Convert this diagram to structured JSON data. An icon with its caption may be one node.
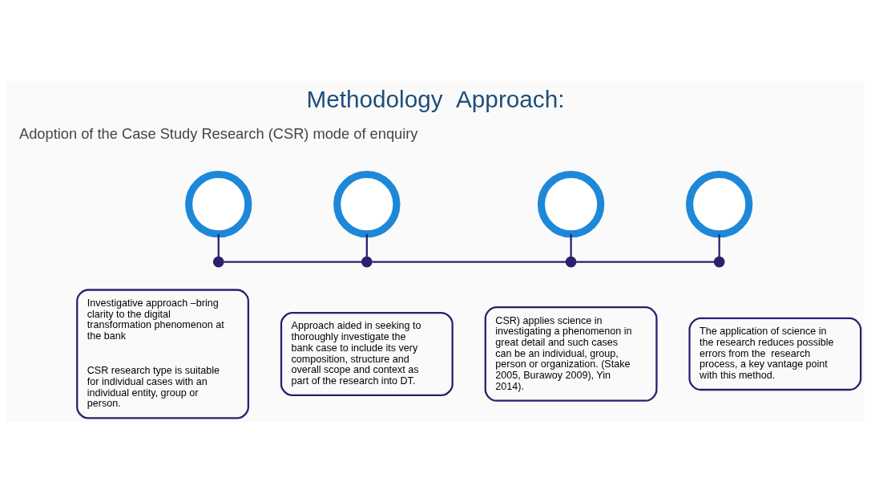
{
  "diagram": {
    "title": "Methodology  Approach:",
    "nodes": [
      {
        "text": [],
        "shape": "circle"
      },
      {
        "text": [],
        "shape": "circle"
      },
      {
        "text": [],
        "shape": "circle"
      },
      {
        "text": [],
        "shape": "circle"
      },
      {
        "text": [],
        "shape": "circle"
      },
      {
        "text": [],
        "shape": "circle"
      },
      {
        "text": [],
        "shape": "circle"
      },
      {
        "text": [],
        "shape": "circle"
      },
      {
        "text": [
          "Investigative approach –bring clarity to the digital transformation phenomenon at the bank",
          "CSR research type is suitable for individual cases with an individual entity, group or person."
        ]
      },
      {
        "text": [
          "Approach aided in seeking to thoroughly investigate the bank case to include its very composition, structure and overall scope and context as part of the research into DT."
        ]
      },
      {
        "text": [
          "CSR) applies science in investigating a phenomenon in great detail and such cases can be an individual, group, person or organization. (Stake 2005, Burawoy 2009), Yin 2014)."
        ]
      },
      {
        "text": [
          "The application of science in the research reduces possible errors from the  research process, a key vantage point with this method."
        ]
      }
    ],
    "edges": [
      {
        "from": 0,
        "to": 4,
        "arrow": "none"
      },
      {
        "from": 1,
        "to": 5,
        "arrow": "none"
      },
      {
        "from": 2,
        "to": 6,
        "arrow": "none"
      },
      {
        "from": 3,
        "to": 7,
        "arrow": "none"
      },
      {
        "from": 4,
        "to": 5,
        "arrow": "none"
      },
      {
        "from": 5,
        "to": 6,
        "arrow": "none"
      },
      {
        "from": 6,
        "to": 7,
        "arrow": "none"
      }
    ],
    "labels": [
      "Adoption of the Case Study Research (CSR) mode of enquiry"
    ]
  }
}
